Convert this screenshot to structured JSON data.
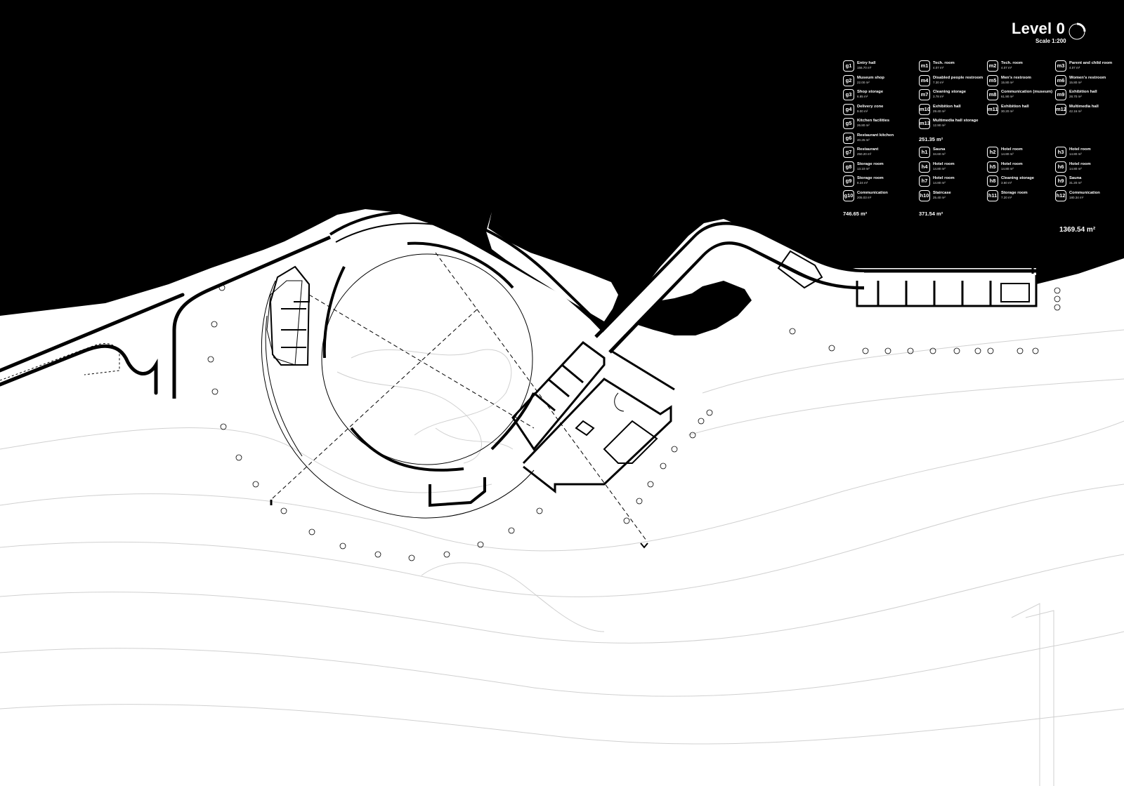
{
  "title": {
    "level": "Level 0",
    "scale": "Scale 1:200"
  },
  "legend": {
    "col_g": [
      {
        "code": "g1",
        "name": "Entry hall",
        "area": "156.70 m²"
      },
      {
        "code": "g2",
        "name": "Museum shop",
        "area": "22.00 m²"
      },
      {
        "code": "g3",
        "name": "Shop storage",
        "area": "6.85 m²"
      },
      {
        "code": "g4",
        "name": "Delivery zone",
        "area": "9.00 m²"
      },
      {
        "code": "g5",
        "name": "Kitchen facilities",
        "area": "26.80 m²"
      },
      {
        "code": "g6",
        "name": "Restaurant kitchen",
        "area": "40.25 m²"
      },
      {
        "code": "g7",
        "name": "Restaurant",
        "area": "250.20 m²"
      },
      {
        "code": "g8",
        "name": "Storage room",
        "area": "13.10 m²"
      },
      {
        "code": "g9",
        "name": "Storage room",
        "area": "8.24 m²"
      },
      {
        "code": "g10",
        "name": "Communication",
        "area": "205.03 m²"
      }
    ],
    "total_g": "746.65 m²",
    "col_m": [
      {
        "code": "m1",
        "name": "Tech. room",
        "area": "4.07 m²"
      },
      {
        "code": "m2",
        "name": "Tech. room",
        "area": "4.07 m²"
      },
      {
        "code": "m3",
        "name": "Parent and child room",
        "area": "4.07 m²"
      },
      {
        "code": "m4",
        "name": "Disabled people restroom",
        "area": "7.30 m²"
      },
      {
        "code": "m5",
        "name": "Men's restroom",
        "area": "15.80 m²"
      },
      {
        "code": "m6",
        "name": "Women's restroom",
        "area": "15.80 m²"
      },
      {
        "code": "m7",
        "name": "Cleaning storage",
        "area": "3.78 m²"
      },
      {
        "code": "m8",
        "name": "Communication (museum)",
        "area": "61.90 m²"
      },
      {
        "code": "m9",
        "name": "Exhibition hall",
        "area": "28.70 m²"
      },
      {
        "code": "m10",
        "name": "Exhibition hall",
        "area": "29.40 m²"
      },
      {
        "code": "m11",
        "name": "Exhibition hall",
        "area": "30.20 m²"
      },
      {
        "code": "m12",
        "name": "Multimedia hall",
        "area": "42.16 m²"
      },
      {
        "code": "m13",
        "name": "Multimedia hall storage",
        "area": "12.90 m²"
      }
    ],
    "total_m": "251.35 m²",
    "col_h": [
      {
        "code": "h1",
        "name": "Sauna",
        "area": "34.60 m²"
      },
      {
        "code": "h2",
        "name": "Hotel room",
        "area": "14.80 m²"
      },
      {
        "code": "h3",
        "name": "Hotel room",
        "area": "14.80 m²"
      },
      {
        "code": "h4",
        "name": "Hotel room",
        "area": "14.80 m²"
      },
      {
        "code": "h5",
        "name": "Hotel room",
        "area": "14.80 m²"
      },
      {
        "code": "h6",
        "name": "Hotel room",
        "area": "14.80 m²"
      },
      {
        "code": "h7",
        "name": "Hotel room",
        "area": "14.80 m²"
      },
      {
        "code": "h8",
        "name": "Cleaning storage",
        "area": "3.60 m²"
      },
      {
        "code": "h9",
        "name": "Sauna",
        "area": "31.20 m²"
      },
      {
        "code": "h10",
        "name": "Staircase",
        "area": "25.40 m²"
      },
      {
        "code": "h11",
        "name": "Storage room",
        "area": "7.20 m²"
      },
      {
        "code": "h12",
        "name": "Communication",
        "area": "180.34 m²"
      }
    ],
    "total_h": "371.54 m²",
    "grand_total": "1369.54 m²"
  },
  "colors": {
    "sea": "#000000",
    "land": "#ffffff",
    "wall": "#000000",
    "contour": "#d0d0d0"
  }
}
